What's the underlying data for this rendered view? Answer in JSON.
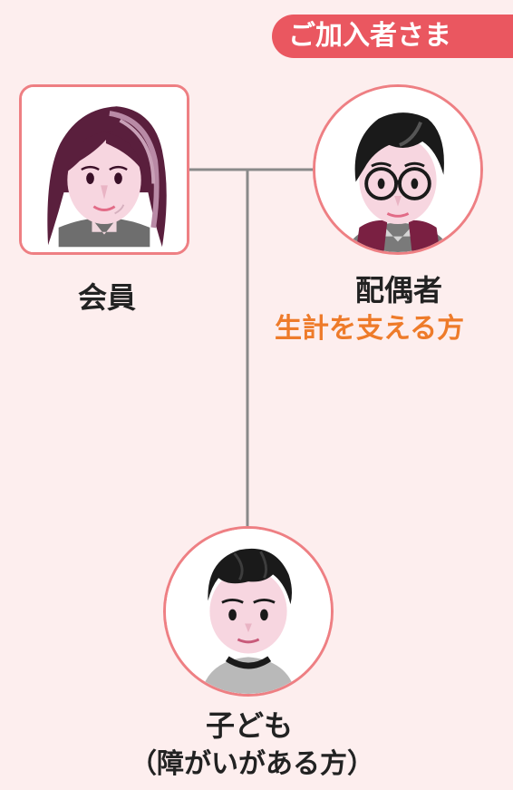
{
  "badge": {
    "label": "ご加入者さま"
  },
  "member": {
    "label": "会員"
  },
  "spouse": {
    "label": "配偶者",
    "sublabel": "生計を支える方"
  },
  "child": {
    "label": "子ども",
    "sublabel": "（障がいがある方）"
  },
  "colors": {
    "background": "#fdeeee",
    "accent_red": "#ea5760",
    "frame_pink": "#ee7f83",
    "orange_text": "#ee7b2a",
    "connector_gray": "#8a8a8a"
  },
  "icons": {
    "member": "woman-avatar-icon",
    "spouse": "man-with-glasses-avatar-icon",
    "child": "child-avatar-icon"
  }
}
